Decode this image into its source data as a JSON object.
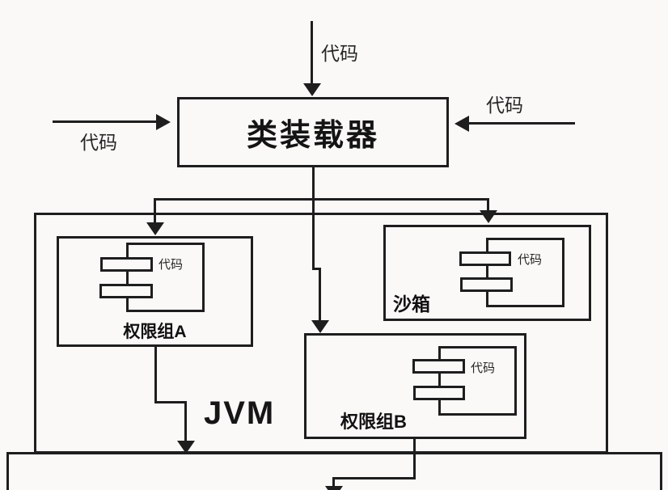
{
  "colors": {
    "stroke": "#1e1e1e",
    "background": "#faf9f7",
    "text": "#262626"
  },
  "diagram": {
    "inputs": {
      "top_label": "代码",
      "left_label": "代码",
      "right_label": "代码"
    },
    "class_loader": {
      "title": "类装载器"
    },
    "jvm": {
      "title": "JVM"
    },
    "permission_group_a": {
      "title": "权限组A",
      "component_label": "代码"
    },
    "sandbox": {
      "title": "沙箱",
      "component_label": "代码"
    },
    "permission_group_b": {
      "title": "权限组B",
      "component_label": "代码"
    }
  }
}
